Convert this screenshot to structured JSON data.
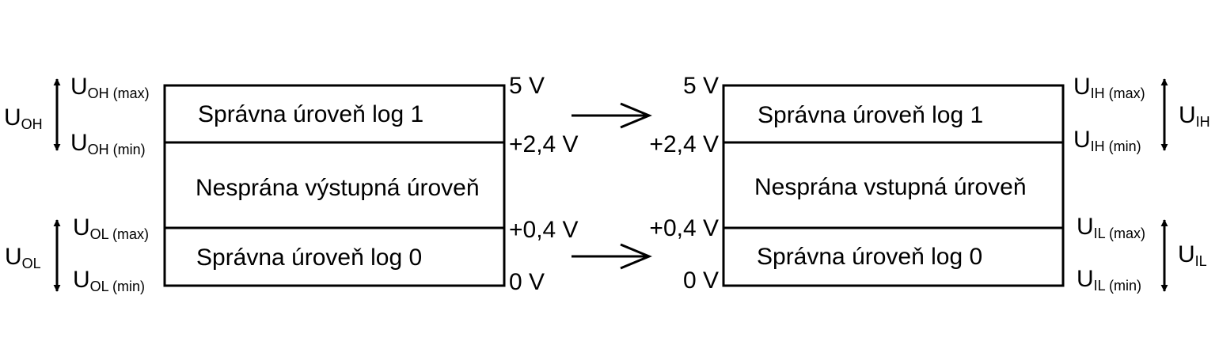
{
  "output_side": {
    "bands": {
      "log1": "Správna úroveň log 1",
      "invalid": "Nesprána výstupná úroveň",
      "log0": "Správna úroveň log 0"
    },
    "voltages": {
      "top": "5 V",
      "high_threshold": "+2,4 V",
      "low_threshold": "+0,4 V",
      "bottom": "0 V"
    },
    "labels": {
      "oh_max": {
        "base": "U",
        "sub": "OH (max)"
      },
      "oh_min": {
        "base": "U",
        "sub": "OH (min)"
      },
      "ol_max": {
        "base": "U",
        "sub": "OL (max)"
      },
      "ol_min": {
        "base": "U",
        "sub": "OL (min)"
      }
    },
    "range_labels": {
      "oh": {
        "base": "U",
        "sub": "OH"
      },
      "ol": {
        "base": "U",
        "sub": "OL"
      }
    }
  },
  "input_side": {
    "bands": {
      "log1": "Správna úroveň log 1",
      "invalid": "Nesprána vstupná úroveň",
      "log0": "Správna úroveň log 0"
    },
    "voltages": {
      "top": "5 V",
      "high_threshold": "+2,4 V",
      "low_threshold": "+0,4 V",
      "bottom": "0 V"
    },
    "labels": {
      "ih_max": {
        "base": "U",
        "sub": "IH (max)"
      },
      "ih_min": {
        "base": "U",
        "sub": "IH (min)"
      },
      "il_max": {
        "base": "U",
        "sub": "IL (max)"
      },
      "il_min": {
        "base": "U",
        "sub": "IL (min)"
      }
    },
    "range_labels": {
      "ih": {
        "base": "U",
        "sub": "IH"
      },
      "il": {
        "base": "U",
        "sub": "IL"
      }
    }
  },
  "colors": {
    "stroke": "#000000",
    "background": "#ffffff"
  }
}
